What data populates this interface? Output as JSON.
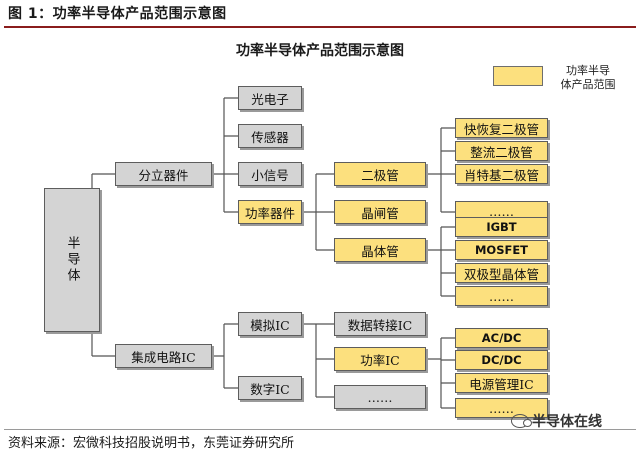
{
  "figure_label": "图 1：功率半导体产品范围示意图",
  "diagram_title": "功率半导体产品范围示意图",
  "legend": {
    "label_line1": "功率半导",
    "label_line2": "体产品范围"
  },
  "nodes": {
    "root": "半导体",
    "discrete": "分立器件",
    "ic": "集成电路IC",
    "optoelectronics": "光电子",
    "sensor": "传感器",
    "small_signal": "小信号",
    "power_device": "功率器件",
    "analog_ic": "模拟IC",
    "digital_ic": "数字IC",
    "diode": "二极管",
    "thyristor": "晶闸管",
    "transistor": "晶体管",
    "data_converter": "数据转接IC",
    "power_ic": "功率IC",
    "analog_more": "……",
    "fast_recovery": "快恢复二极管",
    "rectifier": "整流二极管",
    "schottky": "肖特基二极管",
    "diode_more": "……",
    "igbt": "IGBT",
    "mosfet": "MOSFET",
    "bipolar": "双极型晶体管",
    "transistor_more": "……",
    "ac_dc": "AC/DC",
    "dc_dc": "DC/DC",
    "pmic": "电源管理IC",
    "power_ic_more": "……"
  },
  "source": "资料来源：宏微科技招股说明书，东莞证券研究所",
  "watermark": "半导体在线",
  "colors": {
    "highlight": "#fce07e",
    "neutral": "#d4d4d4",
    "rule": "#8a1c1c"
  }
}
